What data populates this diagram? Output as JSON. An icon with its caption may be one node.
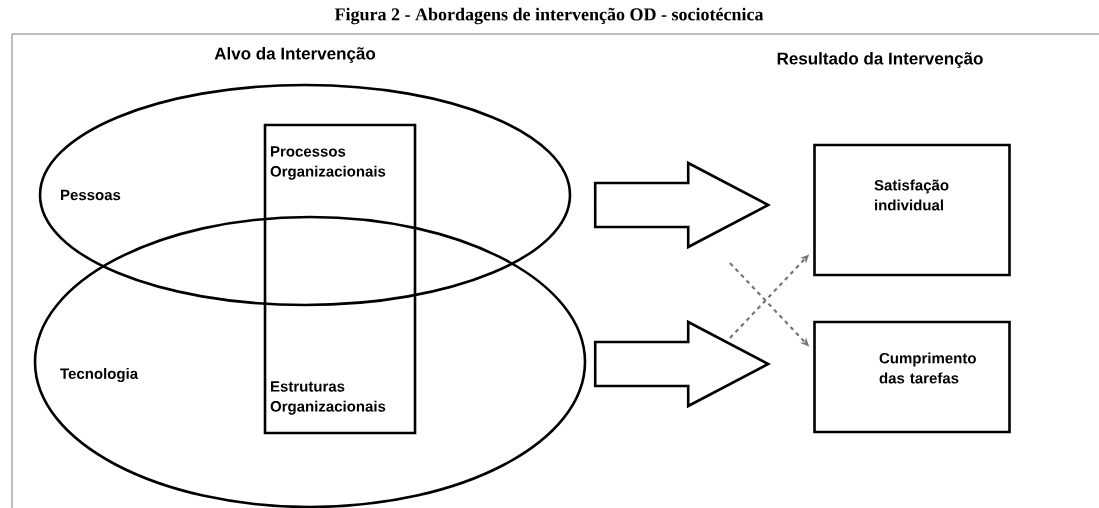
{
  "diagram": {
    "title": "Figura 2 - Abordagens de intervenção OD - sociotécnica",
    "nodes": [
      {
        "text": [
          "Pessoas"
        ]
      },
      {
        "text": [
          "Tecnologia"
        ]
      },
      {
        "text": [
          "Processos Organizacionais",
          "Estruturas Organizacionais"
        ]
      },
      {
        "text": [
          "Satisfação individual"
        ]
      },
      {
        "text": [
          "Cumprimento das tarefas"
        ]
      }
    ],
    "edges": [
      {
        "from": 0,
        "to": 3,
        "arrow": "to",
        "style": "thick"
      },
      {
        "from": 1,
        "to": 4,
        "arrow": "to",
        "style": "thick"
      },
      {
        "from": null,
        "to": 3,
        "arrow": "to",
        "style": "dashed",
        "color": "#777777"
      },
      {
        "from": null,
        "to": 4,
        "arrow": "to",
        "style": "dashed",
        "color": "#777777"
      }
    ],
    "labels": [
      "Alvo da Intervenção",
      "Resultado da Intervenção"
    ]
  }
}
